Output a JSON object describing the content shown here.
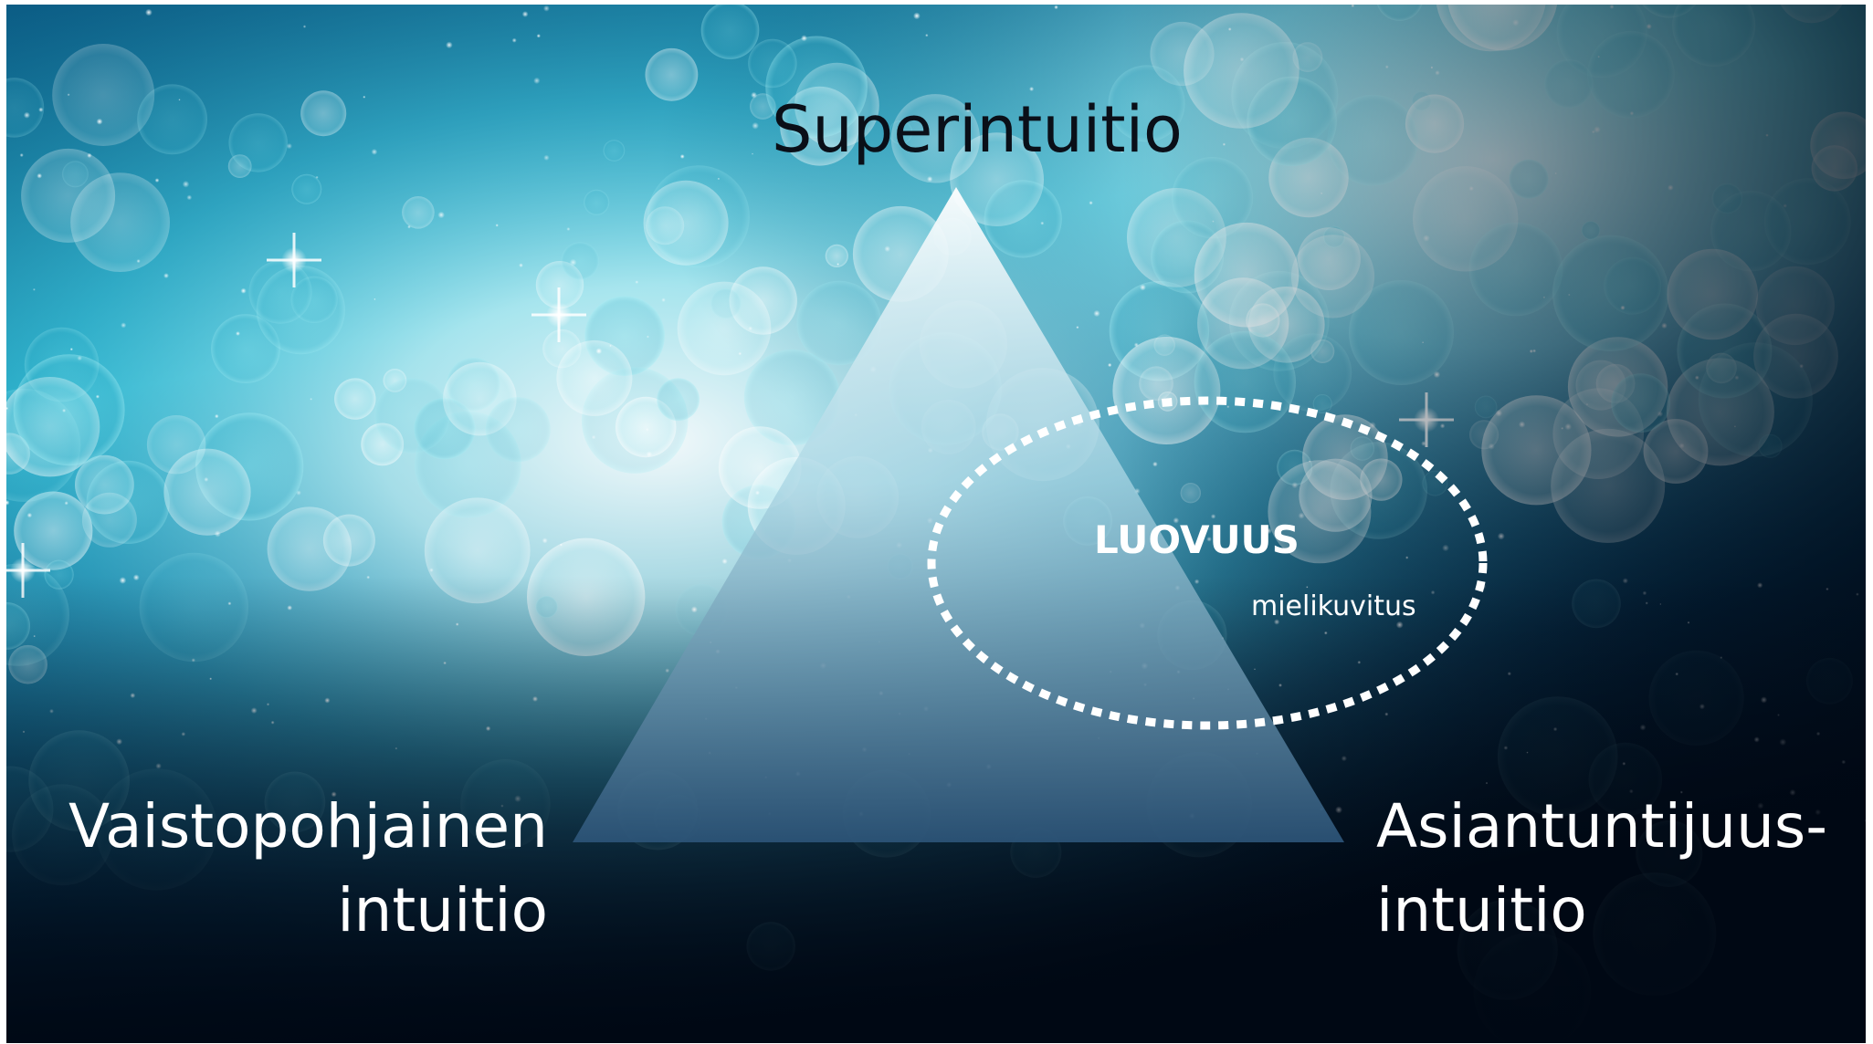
{
  "diagram": {
    "apex_label": "Superintuitio",
    "left_label_line1": "Vaistopohjainen",
    "left_label_line2": "intuitio",
    "right_label_line1": "Asiantuntijuus-",
    "right_label_line2": "intuitio",
    "ellipse_title": "LUOVUUS",
    "ellipse_subtitle": "mielikuvitus"
  },
  "colors": {
    "background_dark": "#020a18",
    "background_mid": "#0b4a6e",
    "glow_cyan": "#7fe6f2",
    "triangle_top": "#ffffff",
    "triangle_bottom": "#2c5478",
    "dashed_ellipse": "#ffffff",
    "apex_text": "#0a0f18",
    "label_text": "#ffffff"
  },
  "style": {
    "background": "bokeh-lights",
    "triangle_fill": "gradient-translucent",
    "ellipse_stroke": "dotted"
  }
}
